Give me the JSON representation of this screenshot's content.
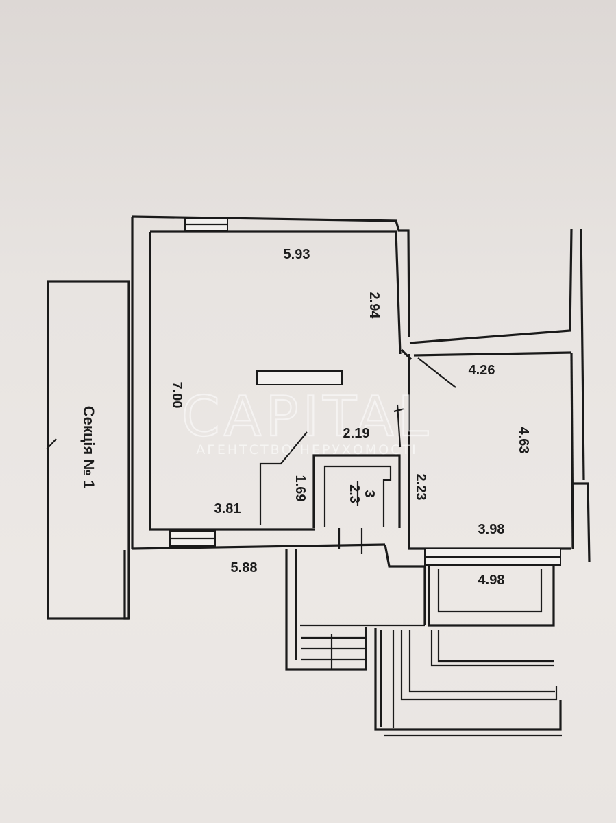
{
  "section": {
    "label": "Секція № 1"
  },
  "watermark": {
    "brand": "CAPITAL",
    "subtitle": "АГЕНТСТВО НЕРУХОМОСТІ"
  },
  "dimensions": {
    "main_room_top": "5.93",
    "main_room_right_upper": "2.94",
    "main_room_left": "7.00",
    "east_room_top": "4.26",
    "east_room_right": "4.63",
    "bath_top": "2.19",
    "bath_left": "1.69",
    "bath_number": "3",
    "bath_area": "2.3",
    "corridor_right": "2.23",
    "main_room_bottom": "3.81",
    "east_room_bottom": "3.98",
    "exterior_bottom_left": "5.88",
    "balcony": "4.98"
  }
}
